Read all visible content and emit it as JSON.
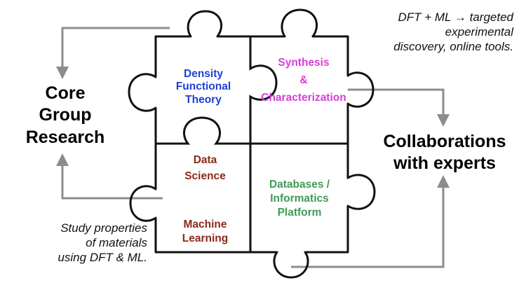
{
  "headings": {
    "core": [
      "Core",
      "Group",
      "Research"
    ],
    "collab": [
      "Collaborations",
      "with experts"
    ]
  },
  "notes": {
    "top_right": [
      "DFT + ML → targeted",
      "experimental",
      "discovery, online tools."
    ],
    "bottom_left": [
      "Study properties",
      "of materials",
      "using DFT & ML."
    ]
  },
  "pieces": {
    "dft": {
      "lines": [
        "Density",
        "Functional",
        "Theory"
      ],
      "color": "#1f3fd6"
    },
    "synthesis": {
      "lines": [
        "Synthesis",
        "&",
        "Characterization"
      ],
      "color": "#d63fd6"
    },
    "data_science": {
      "lines": [
        "Data",
        "Science"
      ],
      "color": "#8b2a1c"
    },
    "machine_learning": {
      "lines": [
        "Machine",
        "Learning"
      ],
      "color": "#8b2a1c"
    },
    "databases": {
      "lines": [
        "Databases /",
        "Informatics",
        "Platform"
      ],
      "color": "#3f9a55"
    }
  },
  "colors": {
    "arrow": "#8c8c8c",
    "outline": "#111111"
  }
}
